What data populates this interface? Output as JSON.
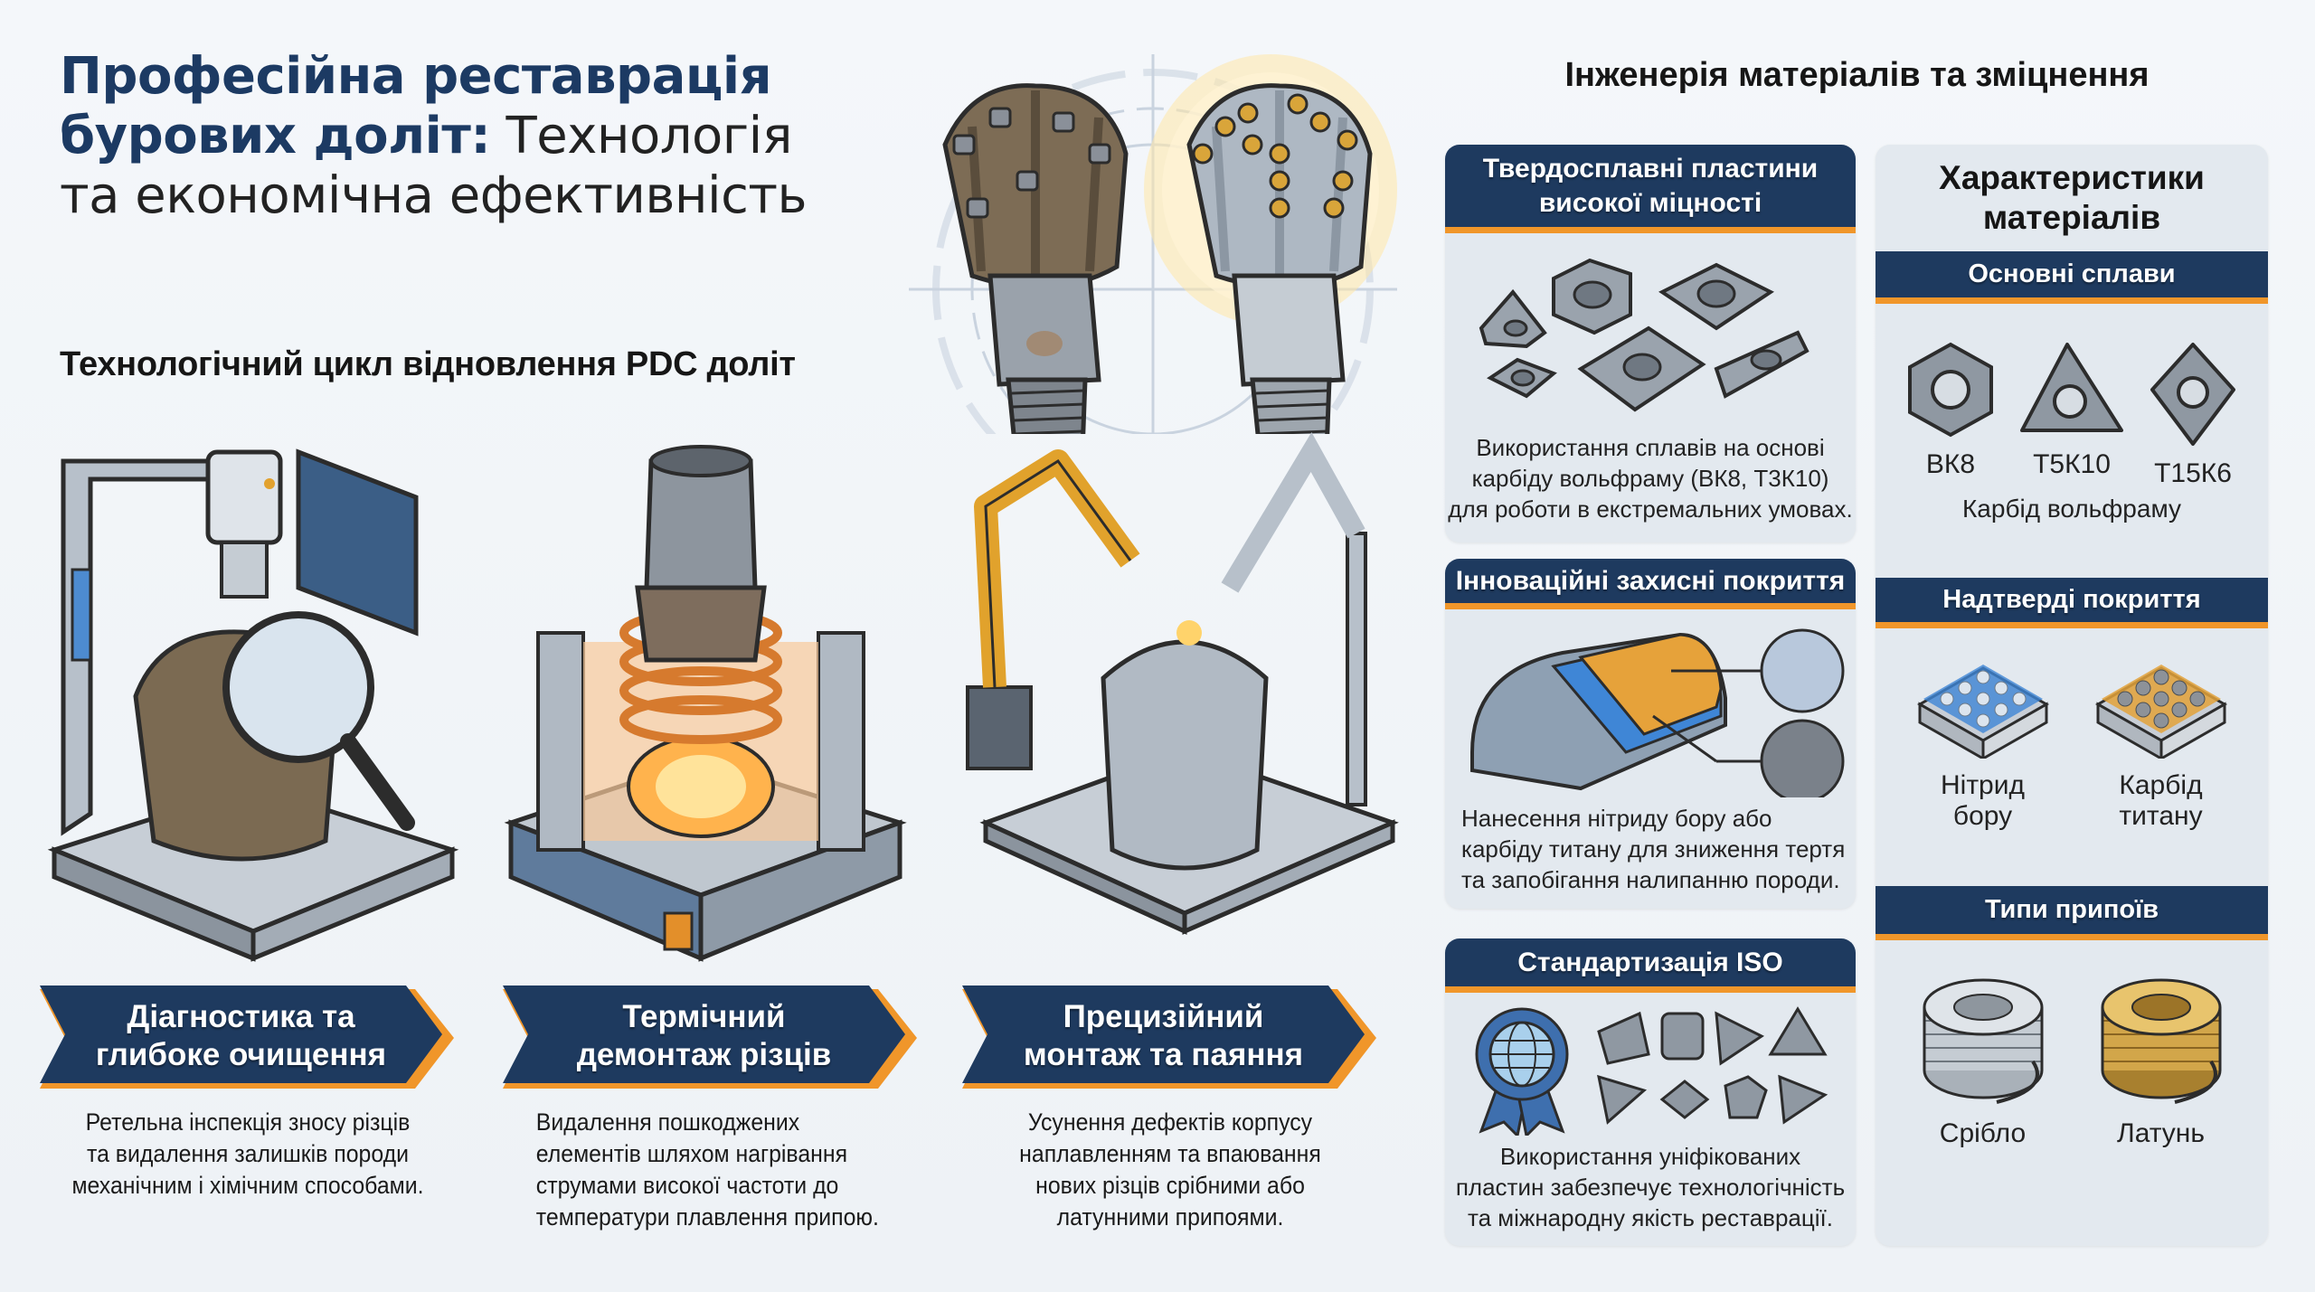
{
  "header": {
    "title_line1": "Професійна реставрація",
    "title_line2_strong": "бурових доліт:",
    "title_line2_light": "Технологія",
    "title_line3": "та економічна ефективність"
  },
  "hero": {
    "left_bit": "worn-pdc-bit-illustration",
    "right_bit": "restored-pdc-bit-illustration"
  },
  "cycle": {
    "title": "Технологічний цикл відновлення PDC доліт",
    "steps": [
      {
        "title_line1": "Діагностика та",
        "title_line2": "глибоке очищення",
        "desc_line1": "Ретельна інспекція зносу різців",
        "desc_line2": "та видалення залишків породи",
        "desc_line3": "механічним і хімічним способами.",
        "desc_line4": "",
        "illustration": "inspection-station-illustration"
      },
      {
        "title_line1": "Термічний",
        "title_line2": "демонтаж різців",
        "desc_line1": "Видалення пошкоджених",
        "desc_line2": "елементів шляхом нагрівання",
        "desc_line3": "струмами високої частоти до",
        "desc_line4": "температури плавлення припою.",
        "illustration": "induction-heating-illustration"
      },
      {
        "title_line1": "Прецизійний",
        "title_line2": "монтаж та паяння",
        "desc_line1": "Усунення дефектів корпусу",
        "desc_line2": "наплавленням та впаювання",
        "desc_line3": "нових різців срібними або",
        "desc_line4": "латунними припоями.",
        "illustration": "robotic-brazing-illustration"
      }
    ]
  },
  "materials": {
    "title": "Інженерія матеріалів та зміцнення",
    "cards": [
      {
        "header_line1": "Твердосплавні пластини",
        "header_line2": "високої міцності",
        "text_line1": "Використання сплавів на основі",
        "text_line2": "карбіду вольфраму (ВК8, Т3К10)",
        "text_line3": "для роботи в екстремальних умовах."
      },
      {
        "header": "Інноваційні захисні покриття",
        "text_line1": "Нанесення нітриду бору або",
        "text_line2": "карбіду титану для зниження тертя",
        "text_line3": "та запобігання налипанню породи."
      },
      {
        "header": "Стандартизація ISO",
        "text_line1": "Використання уніфікованих",
        "text_line2": "пластин забезпечує технологічність",
        "text_line3": "та міжнародну якість реставрації."
      }
    ],
    "characteristics": {
      "title_line1": "Характеристики",
      "title_line2": "матеріалів",
      "alloys_header": "Основні сплави",
      "alloys": [
        {
          "label": "ВК8",
          "shape": "hexagon"
        },
        {
          "label": "Т5К10",
          "shape": "triangle"
        },
        {
          "label": "Т15К6",
          "shape": "rhombus"
        }
      ],
      "alloys_caption": "Карбід вольфраму",
      "coatings_header": "Надтверді покриття",
      "coatings": [
        {
          "line1": "Нітрид",
          "line2": "бору",
          "color": "#3f86d6"
        },
        {
          "line1": "Карбід",
          "line2": "титану",
          "color": "#e3a23a"
        }
      ],
      "solders_header": "Типи припоїв",
      "solders": [
        {
          "label": "Срібло",
          "color": "#b9c1c8"
        },
        {
          "label": "Латунь",
          "color": "#d2a64a"
        }
      ]
    }
  },
  "colors": {
    "navy": "#1e3a5f",
    "accent_orange": "#f0962a",
    "card_bg": "#e3e9ef",
    "title_blue": "#1c3a63"
  }
}
